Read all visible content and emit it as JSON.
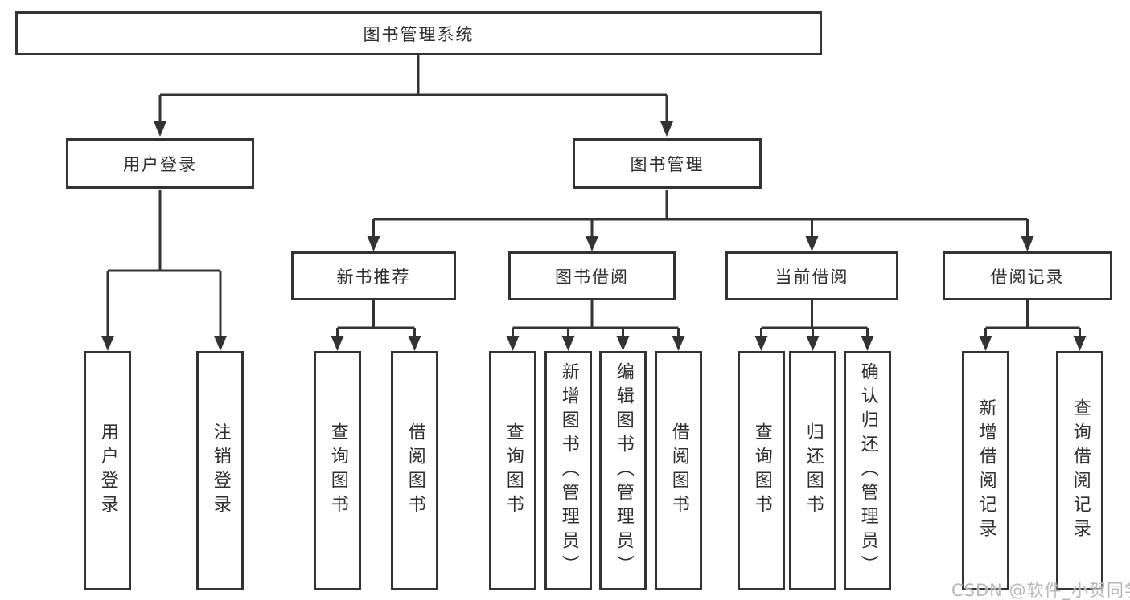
{
  "diagram": {
    "root": "图书管理系统",
    "branches": [
      {
        "label": "用户登录",
        "leaves": [
          "用户登录",
          "注销登录"
        ]
      },
      {
        "label": "图书管理",
        "children": [
          {
            "label": "新书推荐",
            "leaves": [
              "查询图书",
              "借阅图书"
            ]
          },
          {
            "label": "图书借阅",
            "leaves": [
              "查询图书",
              "新增图书（管理员）",
              "编辑图书（管理员）",
              "借阅图书"
            ]
          },
          {
            "label": "当前借阅",
            "leaves": [
              "查询图书",
              "归还图书",
              "确认归还（管理员）"
            ]
          },
          {
            "label": "借阅记录",
            "leaves": [
              "新增借阅记录",
              "查询借阅记录"
            ]
          }
        ]
      }
    ]
  },
  "watermark": "CSDN @软件_小贺同学",
  "colors": {
    "line": "#333333",
    "text": "#2f2f2f",
    "watermark": "#b8b8b8"
  }
}
